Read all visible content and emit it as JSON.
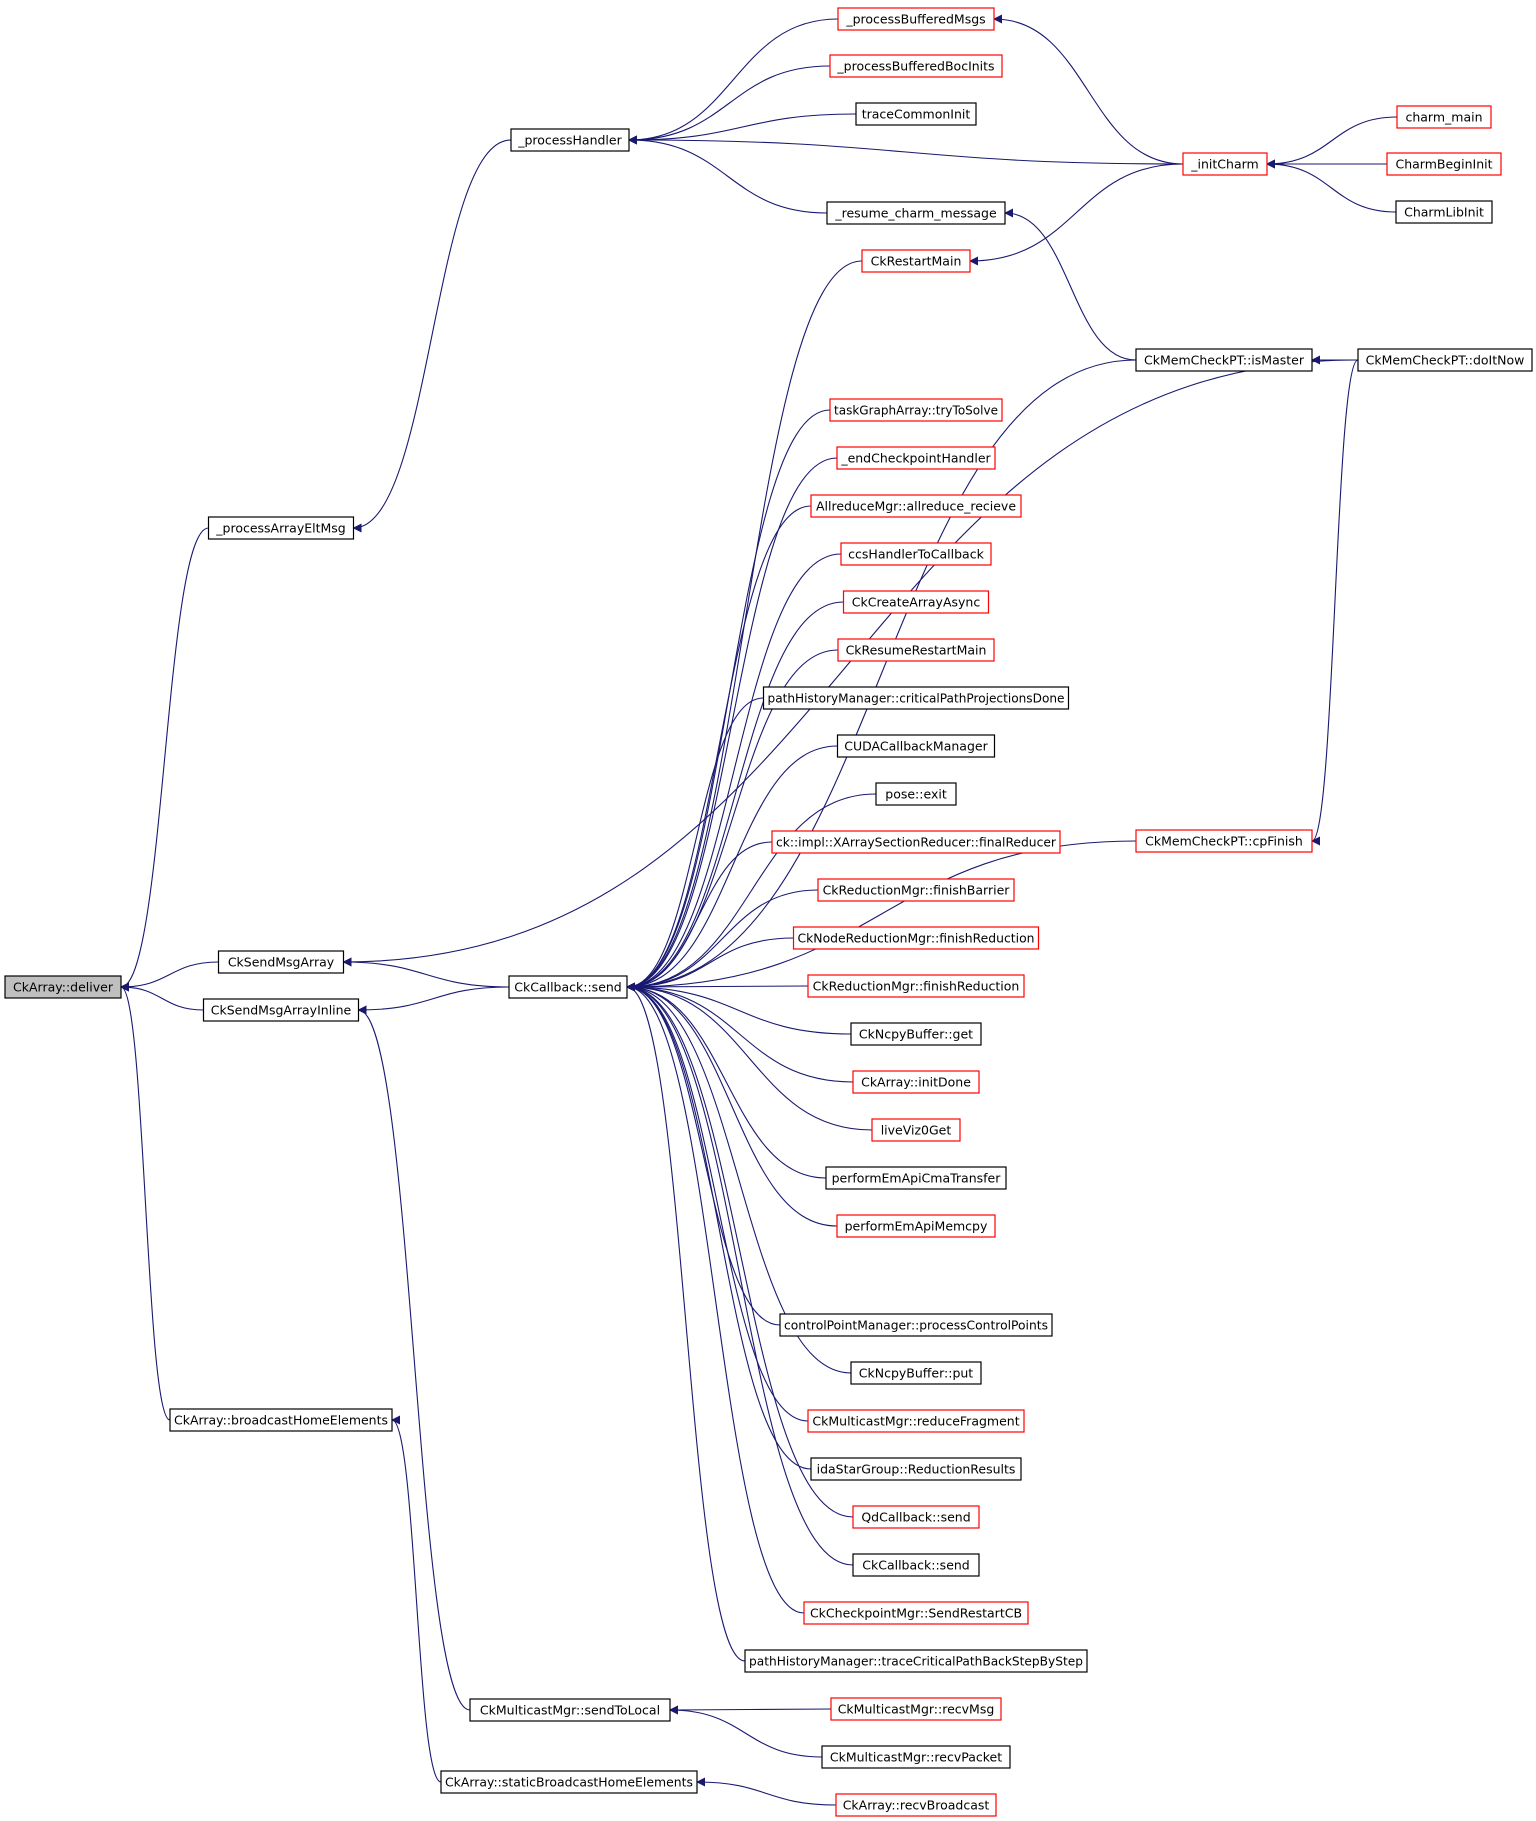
{
  "colors": {
    "edge": "#191970",
    "border_documented": "#000000",
    "border_undocumented": "#ff0000",
    "focus_fill": "#bfbfbf",
    "node_fill": "#ffffff"
  },
  "nodes": [
    {
      "id": "deliver",
      "label": "CkArray::deliver",
      "style": "focus"
    },
    {
      "id": "sendMsgArray",
      "label": "CkSendMsgArray",
      "style": "black"
    },
    {
      "id": "sendMsgArrayInline",
      "label": "CkSendMsgArrayInline",
      "style": "black"
    },
    {
      "id": "processArrayEltMsg",
      "label": "_processArrayEltMsg",
      "style": "black"
    },
    {
      "id": "broadcastHome",
      "label": "CkArray::broadcastHomeElements",
      "style": "black"
    },
    {
      "id": "processHandler",
      "label": "_processHandler",
      "style": "black"
    },
    {
      "id": "cbSend",
      "label": "CkCallback::send",
      "style": "black"
    },
    {
      "id": "mcastSendToLocal",
      "label": "CkMulticastMgr::sendToLocal",
      "style": "black"
    },
    {
      "id": "staticBroadcast",
      "label": "CkArray::staticBroadcastHomeElements",
      "style": "black"
    },
    {
      "id": "processBufferedMsgs",
      "label": "_processBufferedMsgs",
      "style": "red"
    },
    {
      "id": "processBufferedBocInits",
      "label": "_processBufferedBocInits",
      "style": "red"
    },
    {
      "id": "traceCommonInit",
      "label": "traceCommonInit",
      "style": "black"
    },
    {
      "id": "resumeCharm",
      "label": "_resume_charm_message",
      "style": "black"
    },
    {
      "id": "restartMain",
      "label": "CkRestartMain",
      "style": "red"
    },
    {
      "id": "taskGraph",
      "label": "taskGraphArray::tryToSolve",
      "style": "red"
    },
    {
      "id": "endCkpt",
      "label": "_endCheckpointHandler",
      "style": "red"
    },
    {
      "id": "allreduce",
      "label": "AllreduceMgr::allreduce_recieve",
      "style": "red"
    },
    {
      "id": "ccsHandler",
      "label": "ccsHandlerToCallback",
      "style": "red"
    },
    {
      "id": "createArrayAsync",
      "label": "CkCreateArrayAsync",
      "style": "red"
    },
    {
      "id": "resumeRestart",
      "label": "CkResumeRestartMain",
      "style": "red"
    },
    {
      "id": "criticalPath",
      "label": "pathHistoryManager::criticalPathProjectionsDone",
      "style": "black"
    },
    {
      "id": "cudaCb",
      "label": "CUDACallbackManager",
      "style": "black"
    },
    {
      "id": "poseExit",
      "label": "pose::exit",
      "style": "black"
    },
    {
      "id": "finalReducer",
      "label": "ck::impl::XArraySectionReducer::finalReducer",
      "style": "red"
    },
    {
      "id": "finishBarrier",
      "label": "CkReductionMgr::finishBarrier",
      "style": "red"
    },
    {
      "id": "nodeFinishRed",
      "label": "CkNodeReductionMgr::finishReduction",
      "style": "red"
    },
    {
      "id": "finishRed",
      "label": "CkReductionMgr::finishReduction",
      "style": "red"
    },
    {
      "id": "ncpyGet",
      "label": "CkNcpyBuffer::get",
      "style": "black"
    },
    {
      "id": "initDone",
      "label": "CkArray::initDone",
      "style": "red"
    },
    {
      "id": "liveViz",
      "label": "liveViz0Get",
      "style": "red"
    },
    {
      "id": "cmaTransfer",
      "label": "performEmApiCmaTransfer",
      "style": "black"
    },
    {
      "id": "memcpy",
      "label": "performEmApiMemcpy",
      "style": "red"
    },
    {
      "id": "controlPoints",
      "label": "controlPointManager::processControlPoints",
      "style": "black"
    },
    {
      "id": "ncpyPut",
      "label": "CkNcpyBuffer::put",
      "style": "black"
    },
    {
      "id": "reduceFragment",
      "label": "CkMulticastMgr::reduceFragment",
      "style": "red"
    },
    {
      "id": "idaStar",
      "label": "idaStarGroup::ReductionResults",
      "style": "black"
    },
    {
      "id": "qdCb",
      "label": "QdCallback::send",
      "style": "red"
    },
    {
      "id": "cbSend2",
      "label": "CkCallback::send",
      "style": "black"
    },
    {
      "id": "sendRestartCB",
      "label": "CkCheckpointMgr::SendRestartCB",
      "style": "red"
    },
    {
      "id": "traceBack",
      "label": "pathHistoryManager::traceCriticalPathBackStepByStep",
      "style": "black"
    },
    {
      "id": "recvMsg",
      "label": "CkMulticastMgr::recvMsg",
      "style": "red"
    },
    {
      "id": "recvPacket",
      "label": "CkMulticastMgr::recvPacket",
      "style": "black"
    },
    {
      "id": "recvBroadcast",
      "label": "CkArray::recvBroadcast",
      "style": "red"
    },
    {
      "id": "initCharm",
      "label": "_initCharm",
      "style": "red"
    },
    {
      "id": "isMaster",
      "label": "CkMemCheckPT::isMaster",
      "style": "black"
    },
    {
      "id": "cpFinish",
      "label": "CkMemCheckPT::cpFinish",
      "style": "red"
    },
    {
      "id": "charmMain",
      "label": "charm_main",
      "style": "red"
    },
    {
      "id": "charmBegin",
      "label": "CharmBeginInit",
      "style": "red"
    },
    {
      "id": "charmLib",
      "label": "CharmLibInit",
      "style": "black"
    },
    {
      "id": "doItNow",
      "label": "CkMemCheckPT::doItNow",
      "style": "black"
    }
  ],
  "edges": [
    {
      "from": "sendMsgArray",
      "to": "deliver"
    },
    {
      "from": "sendMsgArrayInline",
      "to": "deliver"
    },
    {
      "from": "processArrayEltMsg",
      "to": "deliver"
    },
    {
      "from": "broadcastHome",
      "to": "deliver"
    },
    {
      "from": "processHandler",
      "to": "processArrayEltMsg"
    },
    {
      "from": "cbSend",
      "to": "sendMsgArray"
    },
    {
      "from": "doItNow",
      "to": "sendMsgArray"
    },
    {
      "from": "cbSend",
      "to": "sendMsgArrayInline"
    },
    {
      "from": "mcastSendToLocal",
      "to": "sendMsgArrayInline"
    },
    {
      "from": "staticBroadcast",
      "to": "broadcastHome"
    },
    {
      "from": "processBufferedMsgs",
      "to": "processHandler"
    },
    {
      "from": "processBufferedBocInits",
      "to": "processHandler"
    },
    {
      "from": "traceCommonInit",
      "to": "processHandler"
    },
    {
      "from": "initCharm",
      "to": "processHandler"
    },
    {
      "from": "resumeCharm",
      "to": "processHandler"
    },
    {
      "from": "restartMain",
      "to": "cbSend"
    },
    {
      "from": "isMaster",
      "to": "cbSend"
    },
    {
      "from": "taskGraph",
      "to": "cbSend"
    },
    {
      "from": "endCkpt",
      "to": "cbSend"
    },
    {
      "from": "allreduce",
      "to": "cbSend"
    },
    {
      "from": "ccsHandler",
      "to": "cbSend"
    },
    {
      "from": "createArrayAsync",
      "to": "cbSend"
    },
    {
      "from": "resumeRestart",
      "to": "cbSend"
    },
    {
      "from": "criticalPath",
      "to": "cbSend"
    },
    {
      "from": "cudaCb",
      "to": "cbSend"
    },
    {
      "from": "poseExit",
      "to": "cbSend"
    },
    {
      "from": "finalReducer",
      "to": "cbSend"
    },
    {
      "from": "finishBarrier",
      "to": "cbSend"
    },
    {
      "from": "nodeFinishRed",
      "to": "cbSend"
    },
    {
      "from": "finishRed",
      "to": "cbSend"
    },
    {
      "from": "ncpyGet",
      "to": "cbSend"
    },
    {
      "from": "initDone",
      "to": "cbSend"
    },
    {
      "from": "liveViz",
      "to": "cbSend"
    },
    {
      "from": "cmaTransfer",
      "to": "cbSend"
    },
    {
      "from": "memcpy",
      "to": "cbSend"
    },
    {
      "from": "cpFinish",
      "to": "cbSend"
    },
    {
      "from": "controlPoints",
      "to": "cbSend"
    },
    {
      "from": "ncpyPut",
      "to": "cbSend"
    },
    {
      "from": "reduceFragment",
      "to": "cbSend"
    },
    {
      "from": "idaStar",
      "to": "cbSend"
    },
    {
      "from": "qdCb",
      "to": "cbSend"
    },
    {
      "from": "cbSend2",
      "to": "cbSend"
    },
    {
      "from": "sendRestartCB",
      "to": "cbSend"
    },
    {
      "from": "traceBack",
      "to": "cbSend"
    },
    {
      "from": "recvMsg",
      "to": "mcastSendToLocal"
    },
    {
      "from": "recvPacket",
      "to": "mcastSendToLocal"
    },
    {
      "from": "recvBroadcast",
      "to": "staticBroadcast"
    },
    {
      "from": "initCharm",
      "to": "processBufferedMsgs"
    },
    {
      "from": "isMaster",
      "to": "resumeCharm"
    },
    {
      "from": "initCharm",
      "to": "restartMain"
    },
    {
      "from": "doItNow",
      "to": "isMaster"
    },
    {
      "from": "doItNow",
      "to": "cpFinish"
    },
    {
      "from": "charmMain",
      "to": "initCharm"
    },
    {
      "from": "charmBegin",
      "to": "initCharm"
    },
    {
      "from": "charmLib",
      "to": "initCharm"
    }
  ]
}
